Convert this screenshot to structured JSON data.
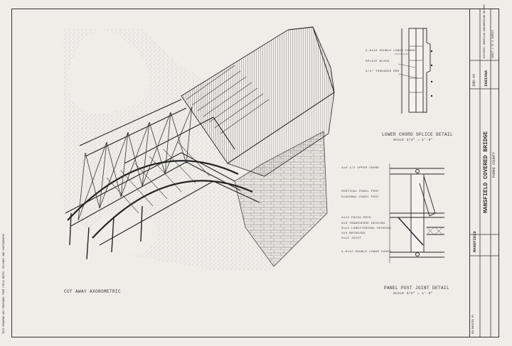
{
  "drawing": {
    "view_title": "CUT AWAY AXONOMETRIC",
    "splice_detail": {
      "title": "LOWER CHORD SPLICE DETAIL",
      "scale": "SCALE  3/4\" = 1'-0\"",
      "labels": [
        "2-8x12 DOUBLE LOWER CHORD",
        "SPLICE BLOCK",
        "3/4\" THREADED ROD"
      ]
    },
    "joint_detail": {
      "title": "PANEL POST JOINT DETAIL",
      "scale": "SCALE  3/4\" = 1'-0\"",
      "labels": [
        "4x9 1/2 UPPER CHORD",
        "VERTICAL PANEL POST",
        "DIAGONAL PANEL POST",
        "2x12 FACIA DECK",
        "3x8 TRANSVERSE DECKING",
        "3x12 LONGITUDINAL DECKING",
        "1x3 BRIDGING",
        "4x12 JOIST",
        "2-8x12 DOUBLE LOWER CHORD"
      ]
    }
  },
  "title_block": {
    "project": "MANSFIELD COVERED BRIDGE",
    "town": "MANSFIELD",
    "county": "PARKE      COUNTY",
    "state": "INDIANA",
    "survey_no": "IND-44",
    "sheet": "SHEET 2 OF 6 SHEETS",
    "agency": "HISTORIC AMERICAN ENGINEERING RECORD",
    "delineator": "DELINEATED BY",
    "left_note": "THIS DRAWING WAS PREPARED FROM FIELD NOTES, RECORDS AND PHOTOGRAPHS"
  }
}
